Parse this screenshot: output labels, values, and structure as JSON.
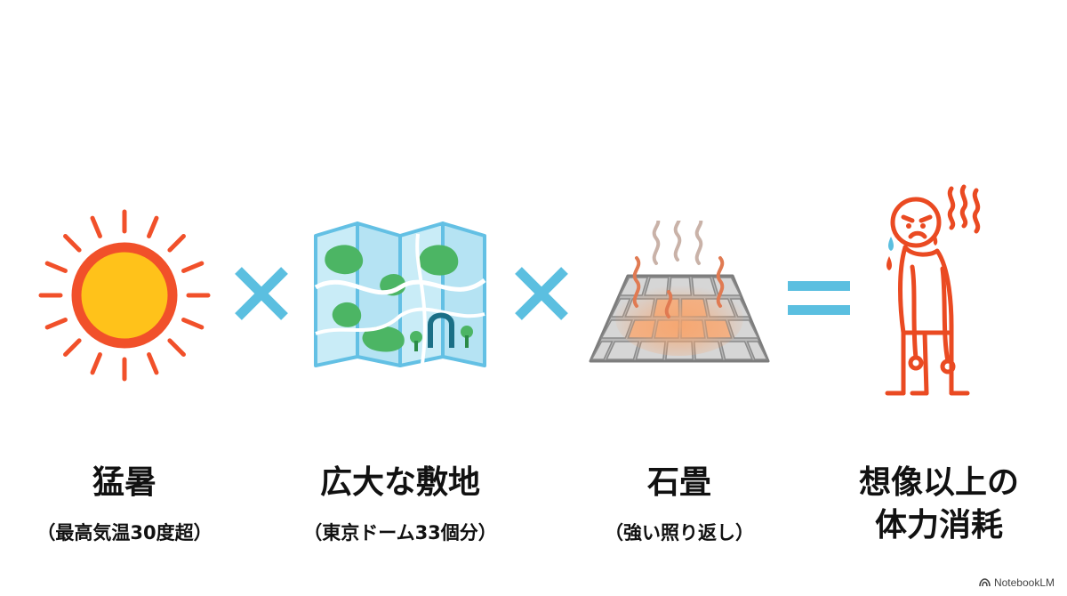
{
  "items": [
    {
      "title": "猛暑",
      "subtitle": "（最高気温30度超）",
      "icon": "sun-icon"
    },
    {
      "title": "広大な敷地",
      "subtitle": "（東京ドーム33個分）",
      "icon": "map-icon"
    },
    {
      "title": "石畳",
      "subtitle": "（強い照り返し）",
      "icon": "hot-pavement-icon"
    },
    {
      "title_lines": [
        "想像以上の",
        "体力消耗"
      ],
      "icon": "exhausted-person-icon"
    }
  ],
  "operators": [
    "×",
    "×",
    "="
  ],
  "watermark": "NotebookLM",
  "colors": {
    "operator": "#5bbfe0",
    "sun_core": "#ffc21a",
    "sun_outline": "#f1502a",
    "person": "#ea4a22",
    "map_blue": "#9fd8ee",
    "map_green": "#4cb564"
  }
}
